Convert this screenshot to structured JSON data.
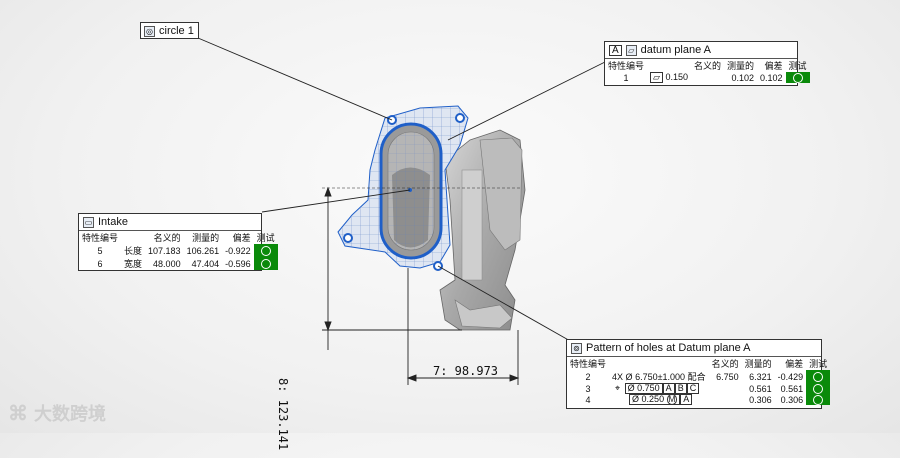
{
  "callouts": {
    "circle1": {
      "title": "circle 1",
      "icon": "circle-feature-icon"
    },
    "datum": {
      "letter": "A",
      "title": "datum plane A",
      "headers": [
        "特性编号",
        "名义的",
        "测量的",
        "偏差",
        "测试"
      ],
      "rows": [
        {
          "id": "1",
          "tol": "0.150",
          "measured": "0.102",
          "deviation": "0.102"
        }
      ]
    },
    "intake": {
      "title": "Intake",
      "headers": [
        "特性编号",
        "名义的",
        "测量的",
        "偏差",
        "测试"
      ],
      "rows": [
        {
          "id": "5",
          "label": "长度",
          "nominal": "107.183",
          "measured": "106.261",
          "deviation": "-0.922"
        },
        {
          "id": "6",
          "label": "宽度",
          "nominal": "48.000",
          "measured": "47.404",
          "deviation": "-0.596"
        }
      ]
    },
    "pattern": {
      "title": "Pattern of holes at Datum plane A",
      "headers": [
        "特性编号",
        "名义的",
        "测量的",
        "偏差",
        "测试"
      ],
      "rows": [
        {
          "id": "2",
          "prefix": "4X",
          "spec": "6.750±1.000",
          "fit": "配合",
          "nominal": "6.750",
          "measured": "6.321",
          "deviation": "-0.429"
        },
        {
          "id": "3",
          "spec": "0.750",
          "datums": [
            "A",
            "B",
            "C"
          ],
          "measured": "0.561",
          "deviation": "0.561"
        },
        {
          "id": "4",
          "spec": "0.250",
          "modifier": "M",
          "datums": [
            "A"
          ],
          "measured": "0.306",
          "deviation": "0.306"
        }
      ]
    }
  },
  "dimensions": {
    "vertical": "8: 123.141",
    "horizontal": "7: 98.973"
  },
  "watermark": {
    "text": "大数跨境"
  },
  "colors": {
    "pass": "#0a8a0a",
    "highlight": "#1f5fc8",
    "grid": "#6a8fd0"
  }
}
